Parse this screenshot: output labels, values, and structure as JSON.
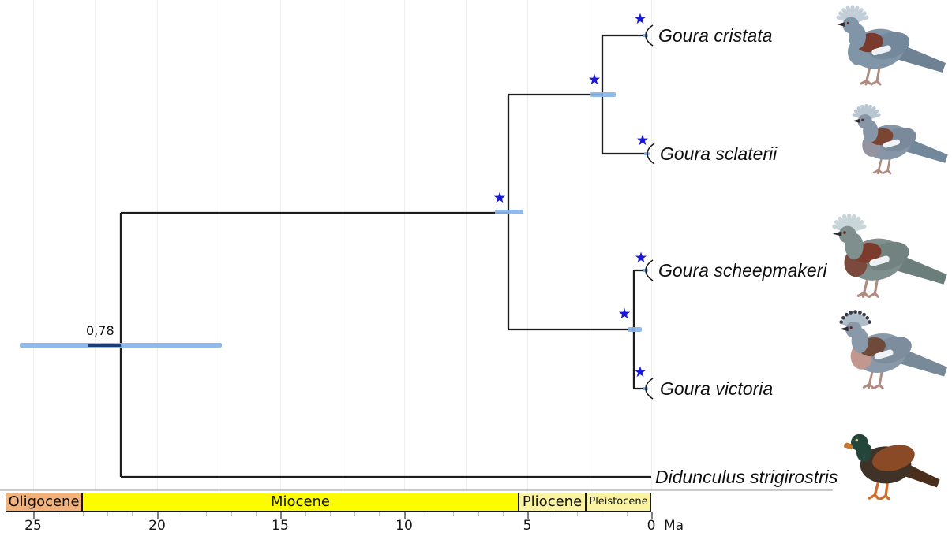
{
  "figure": {
    "description": "Time-calibrated phylogeny of crowned pigeons (Goura) with Didunculus outgroup",
    "root_posterior_label": "0,78",
    "support_star_color": "#1a18d8",
    "hpd_bar_color": "#88b4e8",
    "root_stem_color": "#1e3a6e",
    "branch_color": "#1c1c1c"
  },
  "tree": {
    "tips": [
      {
        "label": "Goura cristata",
        "has_collapse_bracket": true,
        "has_support_star": true
      },
      {
        "label": "Goura sclaterii",
        "has_collapse_bracket": true,
        "has_support_star": true
      },
      {
        "label": "Goura scheepmakeri",
        "has_collapse_bracket": true,
        "has_support_star": true
      },
      {
        "label": "Goura victoria",
        "has_collapse_bracket": true,
        "has_support_star": true
      },
      {
        "label": "Didunculus strigirostris",
        "has_collapse_bracket": false,
        "has_support_star": false
      }
    ],
    "nodes": [
      {
        "name": "root (Goura + Didunculus)",
        "age_ma_est": 21.4,
        "hpd_ma_est": [
          17.4,
          25.5
        ],
        "posterior": "0,78",
        "star": false
      },
      {
        "name": "Goura crown",
        "age_ma_est": 5.8,
        "hpd_ma_est": [
          5.2,
          6.3
        ],
        "star": true
      },
      {
        "name": "cristata + sclaterii",
        "age_ma_est": 2.0,
        "hpd_ma_est": [
          1.4,
          2.5
        ],
        "star": true
      },
      {
        "name": "scheepmakeri + victoria",
        "age_ma_est": 0.7,
        "hpd_ma_est": [
          0.4,
          1.0
        ],
        "star": true
      }
    ]
  },
  "axis": {
    "major_tick_labels": [
      "25",
      "20",
      "15",
      "10",
      "5",
      "0"
    ],
    "major_tick_values": [
      25,
      20,
      15,
      10,
      5,
      0
    ],
    "minor_tick_step_ma": 1,
    "minor_tick_max_ma": 26,
    "unit_label": "Ma"
  },
  "epochs": [
    {
      "name": "Oligocene",
      "color": "#f3b27a"
    },
    {
      "name": "Miocene",
      "color": "#fdfd00"
    },
    {
      "name": "Pliocene",
      "color": "#faf3a2"
    },
    {
      "name": "Pleistocene",
      "color": "#faf3a2"
    }
  ],
  "birds": [
    {
      "species": "Goura cristata",
      "type": "crowned",
      "spotted_crest": false,
      "colors": {
        "crest": "#c2cfd9",
        "body": "#8096a8",
        "wing": "#74889b",
        "patch": "#7b3a2e",
        "breast": "#8096a8",
        "tail": "#6f8294",
        "legs": "#b08a7e"
      }
    },
    {
      "species": "Goura sclaterii",
      "type": "crowned",
      "spotted_crest": false,
      "colors": {
        "crest": "#b8c6d2",
        "body": "#8696a6",
        "wing": "#7a8a9a",
        "patch": "#7b4534",
        "breast": "#93949f",
        "tail": "#74889b",
        "legs": "#b08a7e"
      }
    },
    {
      "species": "Goura scheepmakeri",
      "type": "crowned",
      "spotted_crest": false,
      "colors": {
        "crest": "#c8d6da",
        "body": "#7e8f8e",
        "wing": "#72837f",
        "patch": "#7b3c2e",
        "breast": "#7b4a3c",
        "tail": "#6c7e7c",
        "legs": "#b08a7e"
      }
    },
    {
      "species": "Goura victoria",
      "type": "crowned",
      "spotted_crest": true,
      "colors": {
        "crest": "#aebdc9",
        "body": "#8a99a9",
        "wing": "#7e8d9d",
        "patch": "#6f4a3a",
        "breast": "#c2988e",
        "tail": "#78899a",
        "legs": "#b08a7e"
      }
    },
    {
      "species": "Didunculus strigirostris",
      "type": "toothbilled",
      "colors": {
        "head": "#24453a",
        "body": "#3f3226",
        "wing": "#8a4a26",
        "tail": "#4a2f1c",
        "legs": "#cd6d2e",
        "bill": "#c9762f"
      }
    }
  ],
  "chart_data": {
    "type": "tree",
    "title": "",
    "xlabel": "Ma",
    "x_axis_range_ma": [
      26.1,
      0
    ],
    "gridline_interval_ma": 2.5,
    "newick_topology": "(((Goura cristata, Goura sclaterii), (Goura scheepmakeri, Goura victoria)), Didunculus strigirostris)",
    "node_ages_ma_est": {
      "root": 21.4,
      "goura_crown": 5.8,
      "cristata_sclaterii": 2.0,
      "scheepmakeri_victoria": 0.7
    },
    "epoch_boundaries_ma": {
      "oligocene_miocene": 23.0,
      "miocene_pliocene": 5.3,
      "pliocene_pleistocene": 2.6
    }
  }
}
